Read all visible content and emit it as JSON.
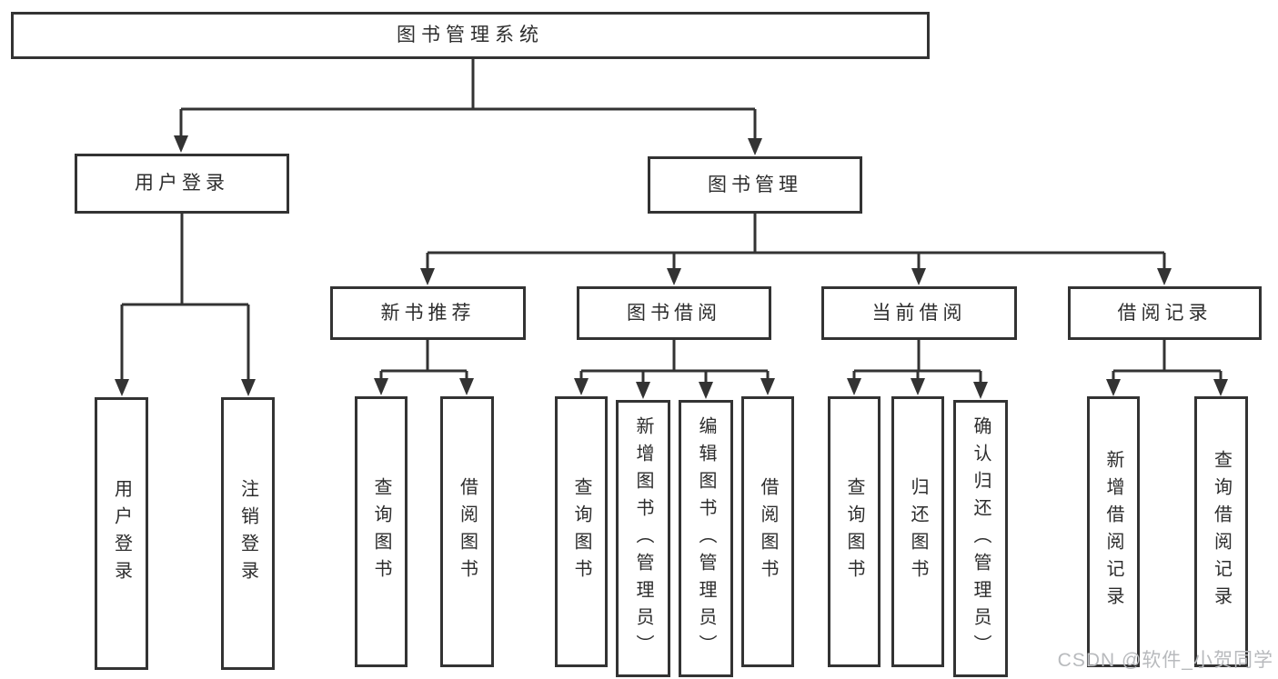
{
  "diagram": {
    "type": "hierarchy-tree",
    "colors": {
      "line": "#333333",
      "box_border": "#333333",
      "box_fill": "#ffffff",
      "text": "#2d2d2d",
      "watermark": "#b8babd",
      "background": "#ffffff"
    }
  },
  "tree": {
    "label": "图书管理系统",
    "children": [
      {
        "label": "用户登录",
        "children": [
          {
            "label": "用户登录"
          },
          {
            "label": "注销登录"
          }
        ]
      },
      {
        "label": "图书管理",
        "children": [
          {
            "label": "新书推荐",
            "children": [
              {
                "label": "查询图书"
              },
              {
                "label": "借阅图书"
              }
            ]
          },
          {
            "label": "图书借阅",
            "children": [
              {
                "label": "查询图书"
              },
              {
                "label": "新增图书（管理员）"
              },
              {
                "label": "编辑图书（管理员）"
              },
              {
                "label": "借阅图书"
              }
            ]
          },
          {
            "label": "当前借阅",
            "children": [
              {
                "label": "查询图书"
              },
              {
                "label": "归还图书"
              },
              {
                "label": "确认归还（管理员）"
              }
            ]
          },
          {
            "label": "借阅记录",
            "children": [
              {
                "label": "新增借阅记录"
              },
              {
                "label": "查询借阅记录"
              }
            ]
          }
        ]
      }
    ]
  },
  "watermark": {
    "text": "CSDN @软件_小贺同学"
  }
}
